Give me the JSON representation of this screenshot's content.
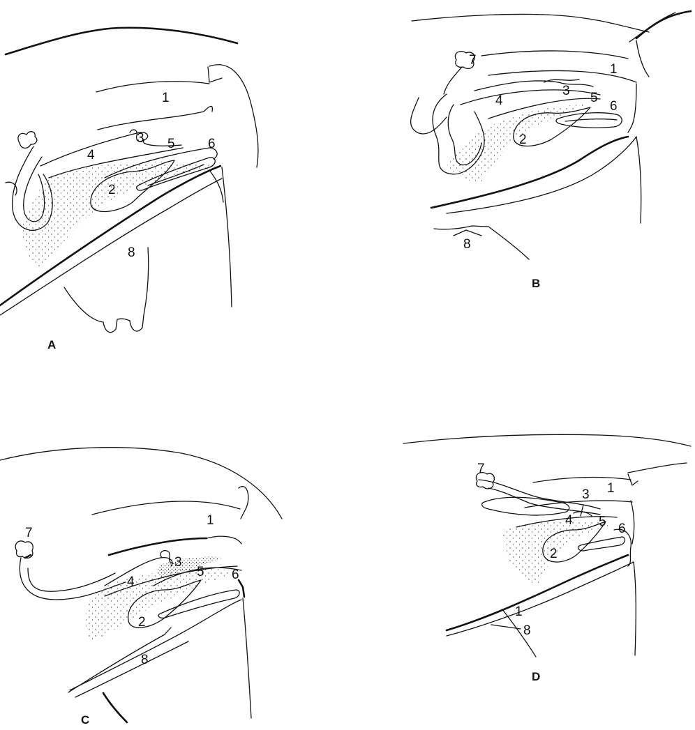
{
  "panels": [
    {
      "id": "A",
      "label": "A",
      "numbers": {
        "n1": "1",
        "n2": "2",
        "n3": "3",
        "n4": "4",
        "n5": "5",
        "n6": "6",
        "n8": "8"
      }
    },
    {
      "id": "B",
      "label": "B",
      "numbers": {
        "n1": "1",
        "n2": "2",
        "n3": "3",
        "n4": "4",
        "n5": "5",
        "n6": "6",
        "n7": "7",
        "n8": "8"
      }
    },
    {
      "id": "C",
      "label": "C",
      "numbers": {
        "n1": "1",
        "n2": "2",
        "n3": "3",
        "n4": "4",
        "n5": "5",
        "n6": "6",
        "n7": "7",
        "n8": "8"
      }
    },
    {
      "id": "D",
      "label": "D",
      "numbers": {
        "n1a": "1",
        "n1b": "1",
        "n2": "2",
        "n3": "3",
        "n4": "4",
        "n5": "5",
        "n6": "6",
        "n7": "7",
        "n8": "8"
      }
    }
  ],
  "style": {
    "line_color": "#111111",
    "background": "#ffffff"
  }
}
